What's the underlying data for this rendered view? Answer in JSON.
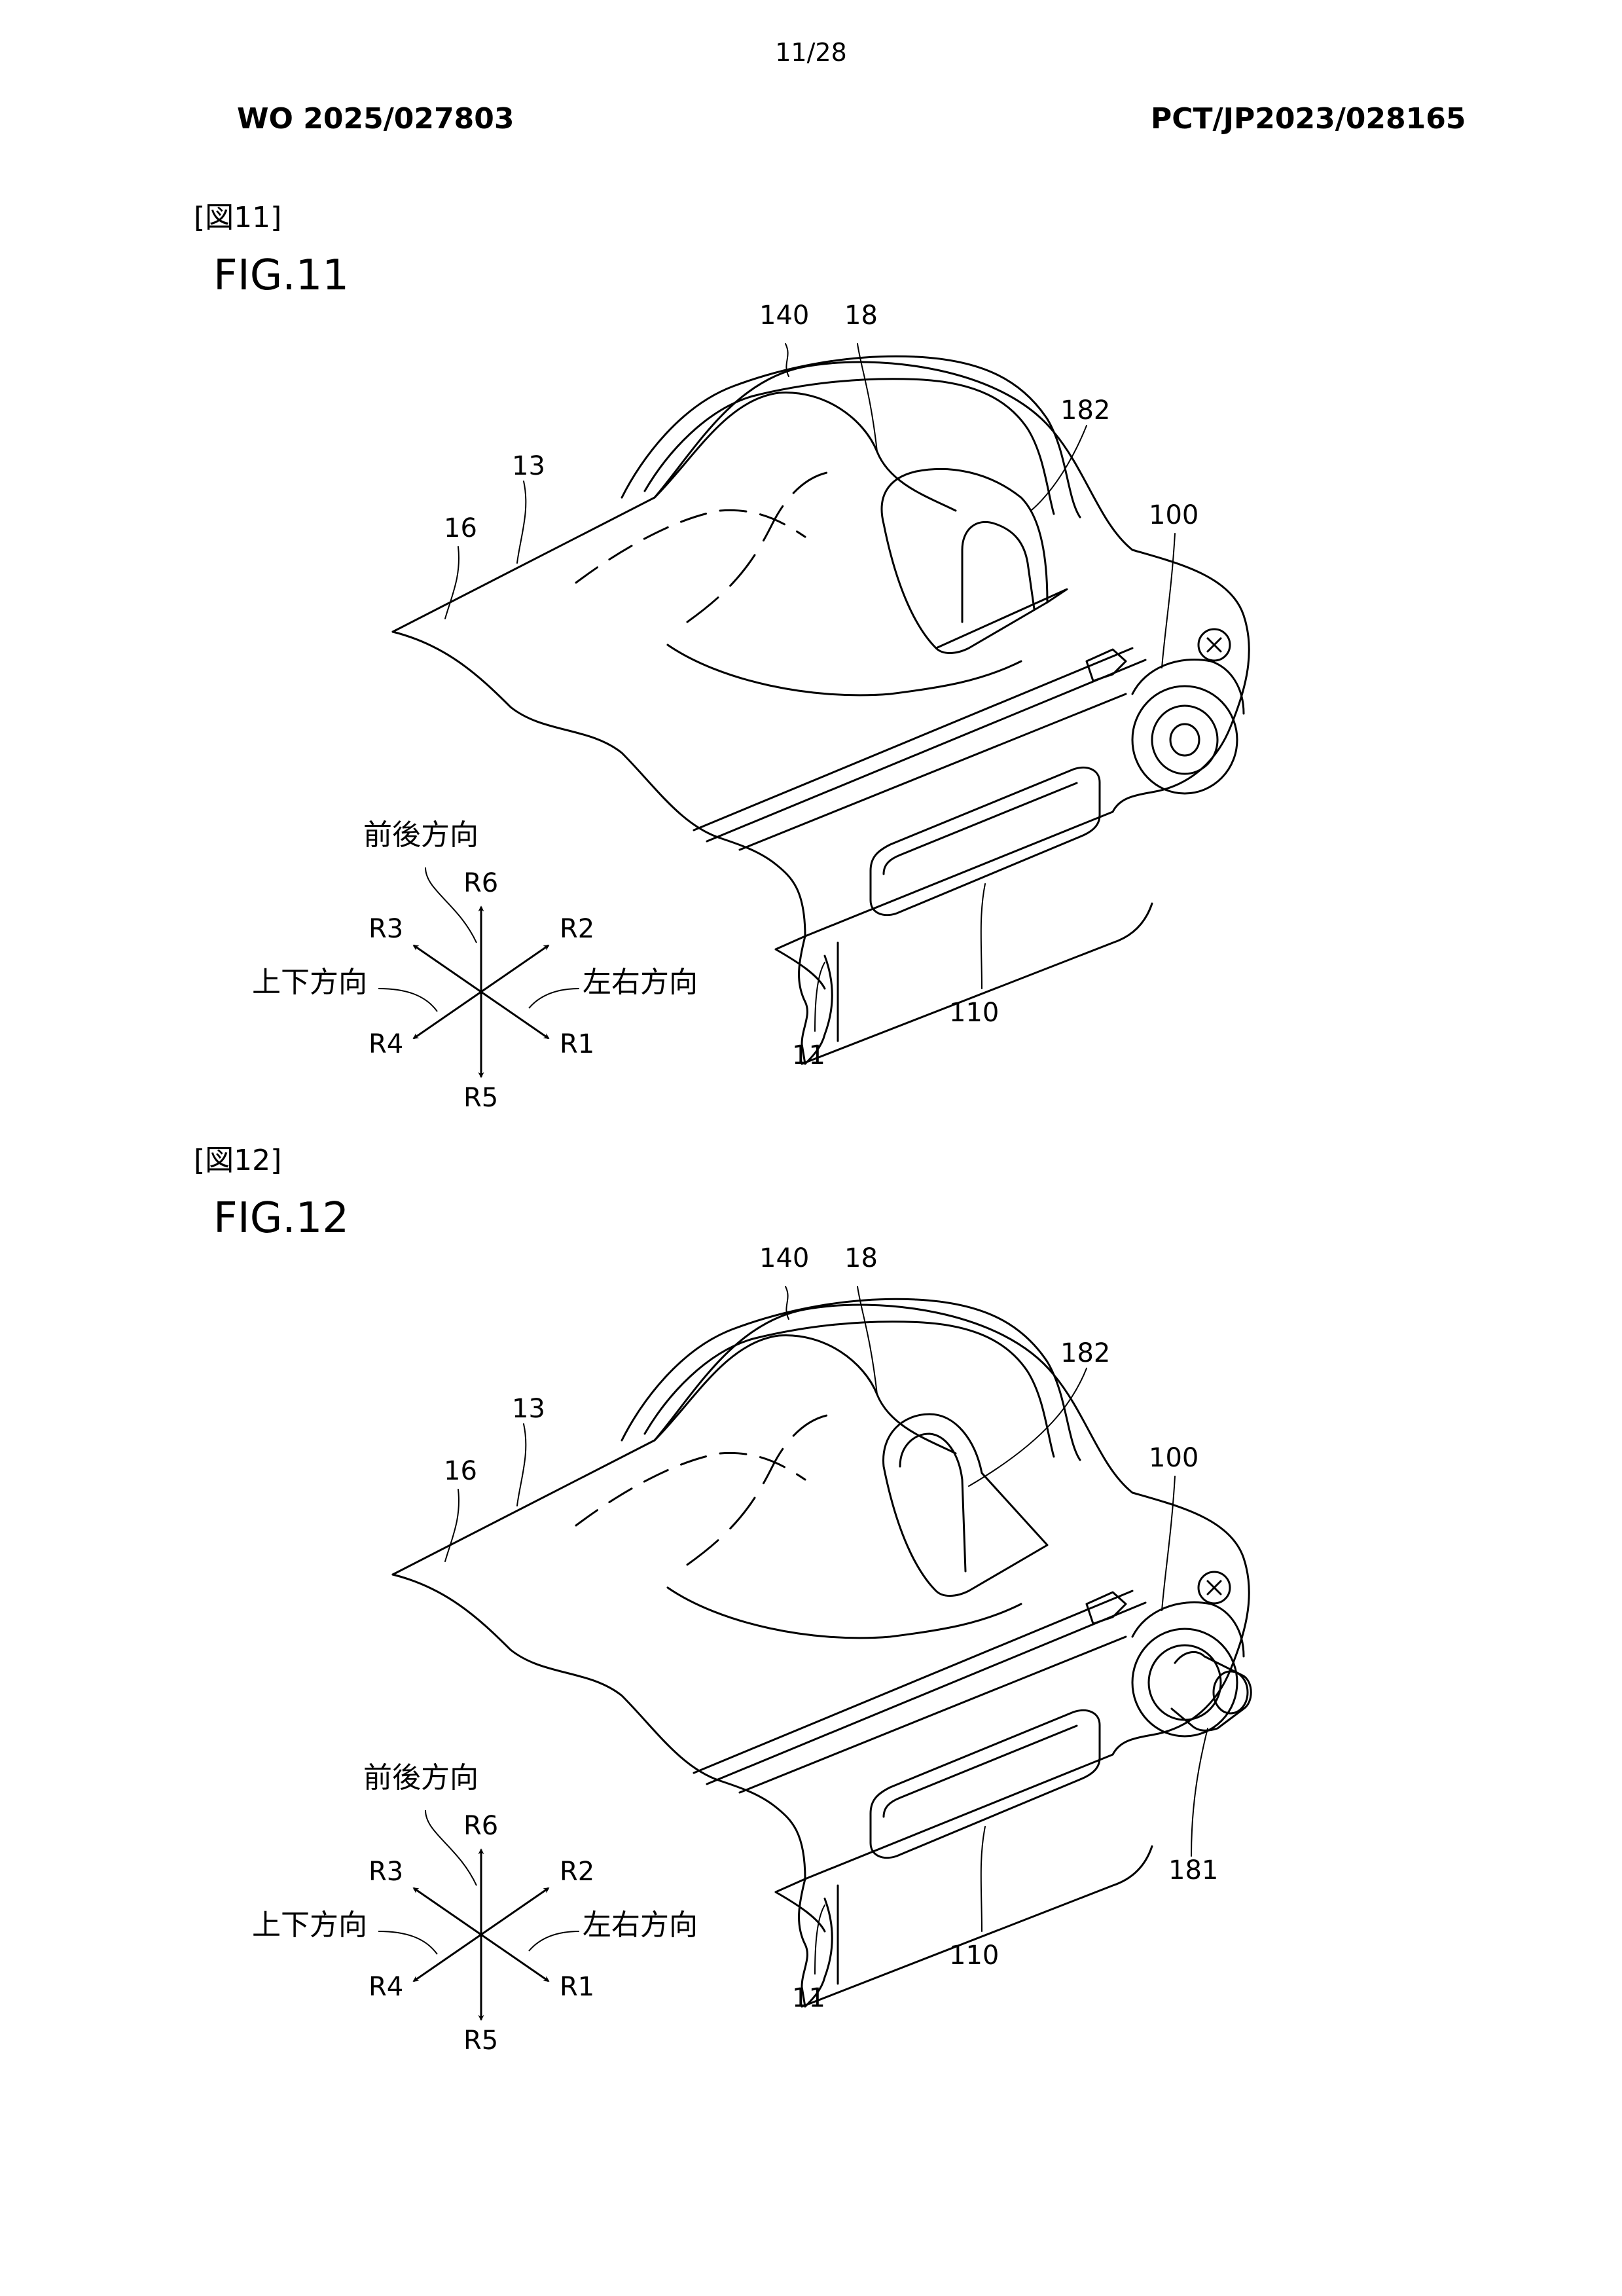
{
  "header": {
    "page_number": "11/28",
    "publication_number": "WO 2025/027803",
    "application_number": "PCT/JP2023/028165"
  },
  "figures": [
    {
      "tag": "[図11]",
      "title": "FIG.11",
      "labels": {
        "l140": "140",
        "l18": "18",
        "l182": "182",
        "l13": "13",
        "l16": "16",
        "l100": "100",
        "l110": "110",
        "l11": "11"
      },
      "axes": {
        "front_back": "前後方向",
        "up_down": "上下方向",
        "left_right": "左右方向",
        "r1": "R1",
        "r2": "R2",
        "r3": "R3",
        "r4": "R4",
        "r5": "R5",
        "r6": "R6"
      }
    },
    {
      "tag": "[図12]",
      "title": "FIG.12",
      "labels": {
        "l140": "140",
        "l18": "18",
        "l182": "182",
        "l13": "13",
        "l16": "16",
        "l100": "100",
        "l110": "110",
        "l11": "11",
        "l181": "181"
      },
      "axes": {
        "front_back": "前後方向",
        "up_down": "上下方向",
        "left_right": "左右方向",
        "r1": "R1",
        "r2": "R2",
        "r3": "R3",
        "r4": "R4",
        "r5": "R5",
        "r6": "R6"
      }
    }
  ]
}
